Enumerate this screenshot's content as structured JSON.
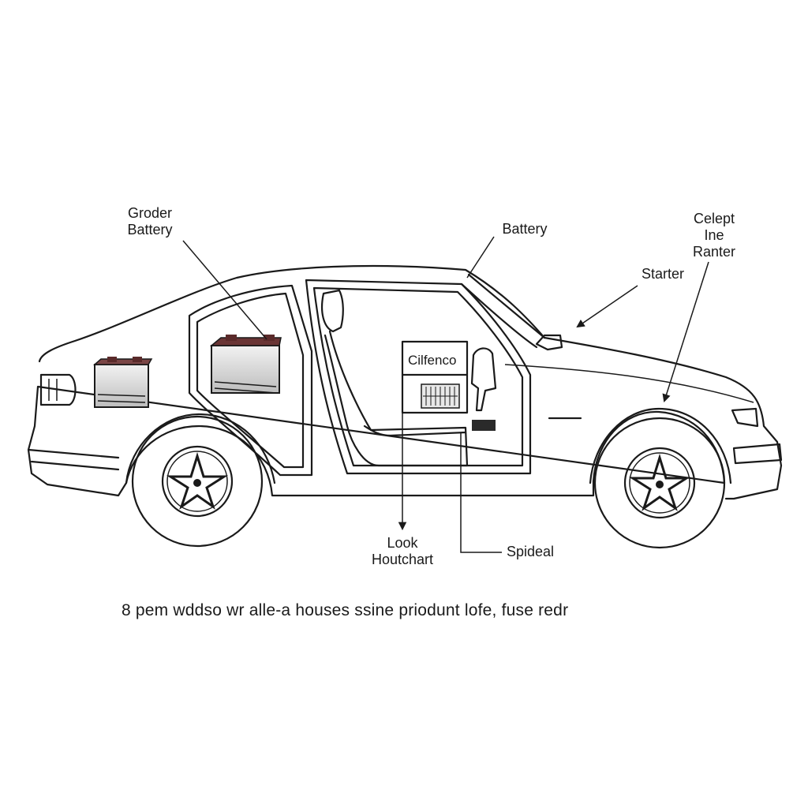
{
  "labels": {
    "groder_battery": [
      "Groder",
      "Battery"
    ],
    "battery": "Battery",
    "celept": [
      "Celept",
      "Ine",
      "Ranter"
    ],
    "starter": "Starter",
    "cilfenco": "Cilfenco",
    "look_houtchart": [
      "Look",
      "Houtchart"
    ],
    "spideal": "Spideal"
  },
  "caption": "8 pem wddso wr  alle-a houses ssine  priodunt lofe,  fuse redr",
  "colors": {
    "line": "#1a1a1a",
    "battery_top": "#5a2a2a",
    "battery_body": "#d8d8d8"
  }
}
